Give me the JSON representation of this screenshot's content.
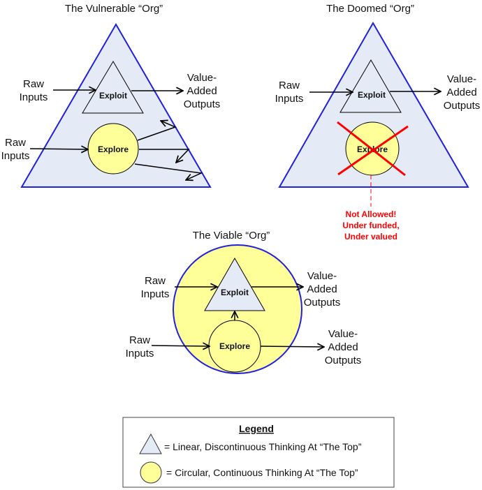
{
  "colors": {
    "triangle_fill": "#e4ebf6",
    "circle_fill": "#ffff99",
    "outline_blue": "#2020e0",
    "warning_red": "#ff0000"
  },
  "vulnerable": {
    "title": "The Vulnerable “Org”",
    "exploit": "Exploit",
    "explore": "Explore",
    "raw1": [
      "Raw",
      "Inputs"
    ],
    "raw2": [
      "Raw",
      "Inputs"
    ],
    "output": [
      "Value-",
      "Added",
      "Outputs"
    ]
  },
  "doomed": {
    "title": "The Doomed “Org”",
    "exploit": "Exploit",
    "explore": "Explore",
    "raw1": [
      "Raw",
      "Inputs"
    ],
    "output": [
      "Value-",
      "Added",
      "Outputs"
    ],
    "warning": [
      "Not Allowed!",
      "Under funded,",
      "Under valued"
    ]
  },
  "viable": {
    "title": "The Viable “Org”",
    "exploit": "Exploit",
    "explore": "Explore",
    "raw1": [
      "Raw",
      "Inputs"
    ],
    "raw2": [
      "Raw",
      "Inputs"
    ],
    "output1": [
      "Value-",
      "Added",
      "Outputs"
    ],
    "output2": [
      "Value-",
      "Added",
      "Outputs"
    ]
  },
  "legend": {
    "title": "Legend",
    "triangle_text": "= Linear, Discontinuous Thinking At “The Top”",
    "circle_text": "= Circular, Continuous Thinking At “The Top”"
  }
}
